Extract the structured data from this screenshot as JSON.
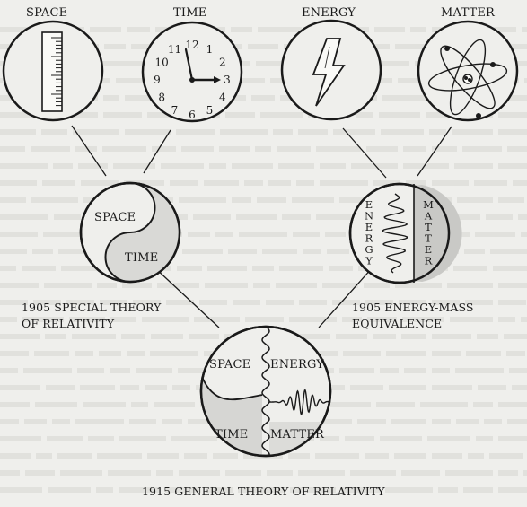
{
  "top_labels": {
    "space": "SPACE",
    "time": "TIME",
    "energy": "ENERGY",
    "matter": "MATTER"
  },
  "clock_numbers": [
    "12",
    "1",
    "2",
    "3",
    "4",
    "5",
    "6",
    "7",
    "8",
    "9",
    "10",
    "11"
  ],
  "special_relativity": {
    "space": "SPACE",
    "time": "TIME",
    "caption_line1": "1905 SPECIAL THEORY",
    "caption_line2": "OF RELATIVITY"
  },
  "energy_mass": {
    "energy_letters": [
      "E",
      "N",
      "E",
      "R",
      "G",
      "Y"
    ],
    "matter_letters": [
      "M",
      "A",
      "T",
      "T",
      "E",
      "R"
    ],
    "caption_line1": "1905 ENERGY-MASS",
    "caption_line2": "EQUIVALENCE"
  },
  "general_relativity": {
    "space": "SPACE",
    "energy": "ENERGY",
    "time": "TIME",
    "matter": "MATTER",
    "caption": "1915 GENERAL THEORY OF RELATIVITY"
  },
  "colors": {
    "ink": "#1a1a1a",
    "paper": "#efefec",
    "shade": "#c9c9c6",
    "ghost_text": "#d6d6d2"
  }
}
